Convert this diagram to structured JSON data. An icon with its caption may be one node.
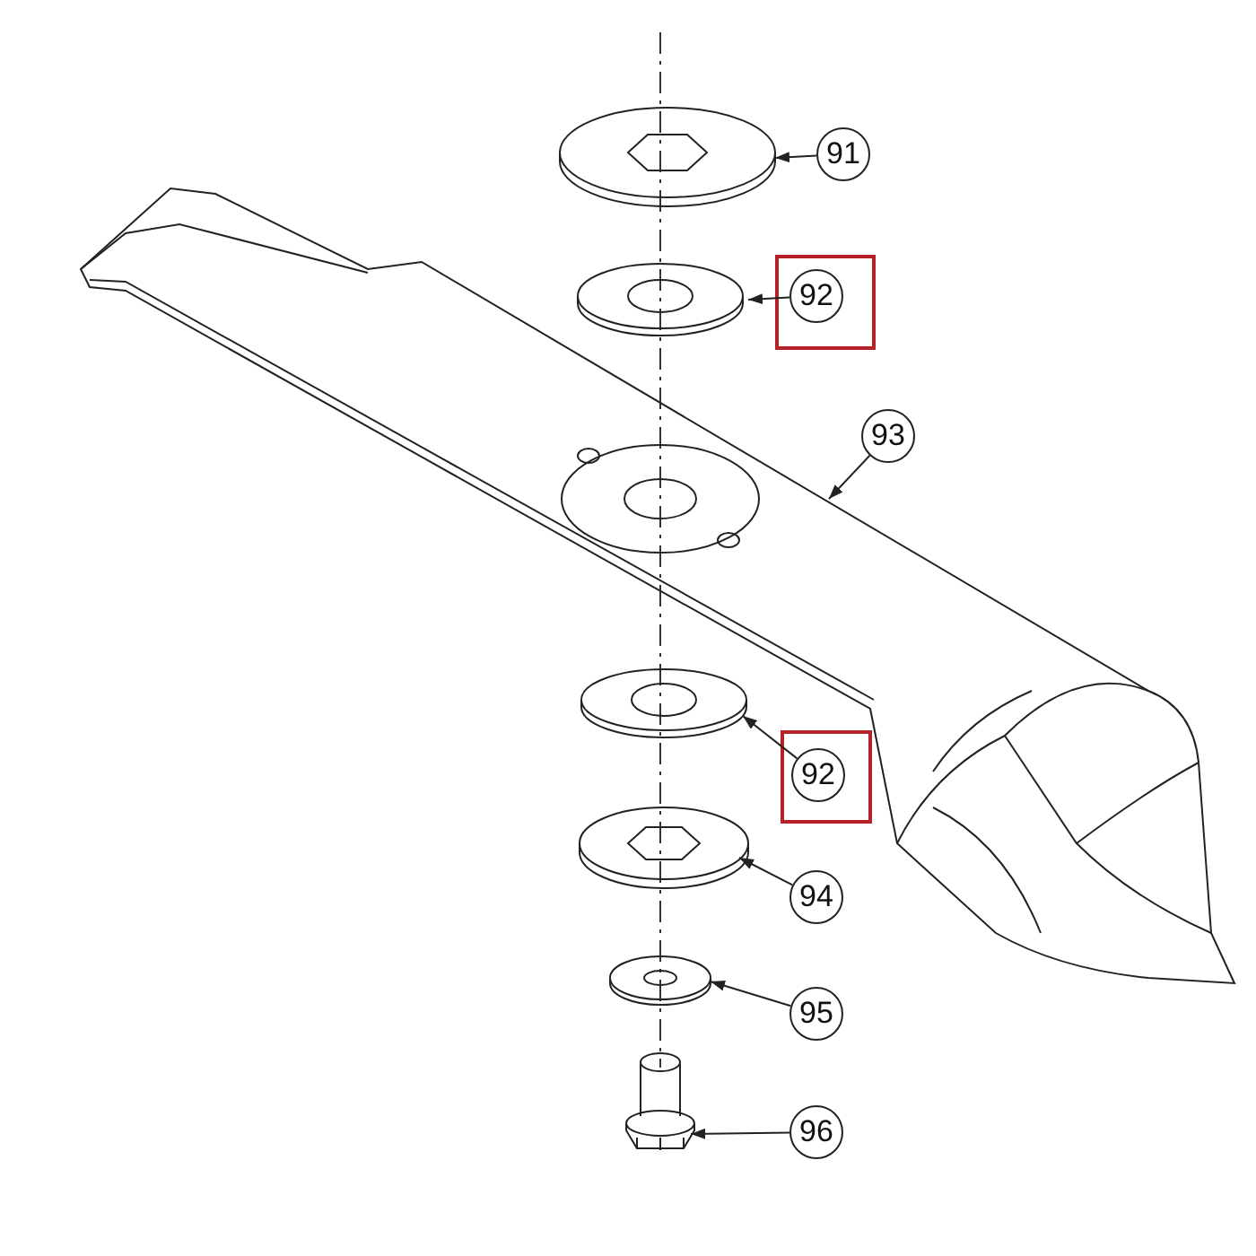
{
  "diagram": {
    "nodes": [
      {
        "text": [
          "91"
        ]
      },
      {
        "text": [
          "92"
        ]
      },
      {
        "text": [
          "93"
        ]
      },
      {
        "text": [
          "92"
        ]
      },
      {
        "text": [
          "94"
        ]
      },
      {
        "text": [
          "95"
        ]
      },
      {
        "text": [
          "96"
        ]
      },
      {
        "text": [],
        "shape": "picture"
      },
      {
        "text": [],
        "shape": "picture"
      },
      {
        "text": [],
        "shape": "picture"
      },
      {
        "text": [],
        "shape": "picture"
      },
      {
        "text": [],
        "shape": "picture"
      },
      {
        "text": [],
        "shape": "picture"
      },
      {
        "text": [],
        "shape": "picture"
      }
    ],
    "edges": [
      {
        "from": 0,
        "to": 7,
        "arrow": "to"
      },
      {
        "from": 1,
        "to": 8,
        "arrow": "to"
      },
      {
        "from": 2,
        "to": 9,
        "arrow": "to"
      },
      {
        "from": 3,
        "to": 10,
        "arrow": "to"
      },
      {
        "from": 4,
        "to": 11,
        "arrow": "to"
      },
      {
        "from": 5,
        "to": 12,
        "arrow": "to"
      },
      {
        "from": 6,
        "to": 13,
        "arrow": "to"
      }
    ]
  }
}
